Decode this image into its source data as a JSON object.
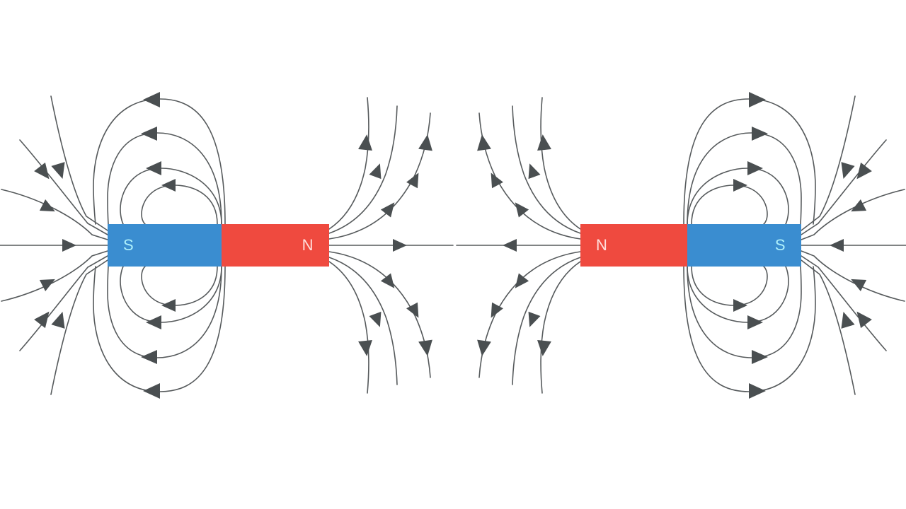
{
  "diagram": {
    "title": "Magnetic field lines of two bar magnets",
    "background_color": "#ffffff",
    "field_line_color": "#565a5c",
    "field_line_width": 1.6,
    "arrow_color": "#4a4f51"
  },
  "colors": {
    "north_pole": "#ef4a3f",
    "south_pole": "#3a8dd0",
    "label_on_blue": "#aef0fb",
    "label_on_red": "#ffdedb"
  },
  "magnets": [
    {
      "id": "magnet-left",
      "name": "left-bar-magnet",
      "poles": [
        {
          "id": "left-south",
          "label": "S",
          "type": "south",
          "color": "#3a8dd0",
          "label_color": "#aef0fb",
          "label_align": "left"
        },
        {
          "id": "left-north",
          "label": "N",
          "type": "north",
          "color": "#ef4a3f",
          "label_color": "#ffdedb",
          "label_align": "right"
        }
      ],
      "field_direction": "lines converge into the S pole on the left and emerge from the N pole on the right; loop arrows point left"
    },
    {
      "id": "magnet-right",
      "name": "right-bar-magnet",
      "poles": [
        {
          "id": "right-north",
          "label": "N",
          "type": "north",
          "color": "#ef4a3f",
          "label_color": "#ffdedb",
          "label_align": "left"
        },
        {
          "id": "right-south",
          "label": "S",
          "type": "south",
          "color": "#3a8dd0",
          "label_color": "#aef0fb",
          "label_align": "right"
        }
      ],
      "field_direction": "lines emerge from the N pole on the left and converge into the S pole on the right; loop arrows point right"
    }
  ]
}
